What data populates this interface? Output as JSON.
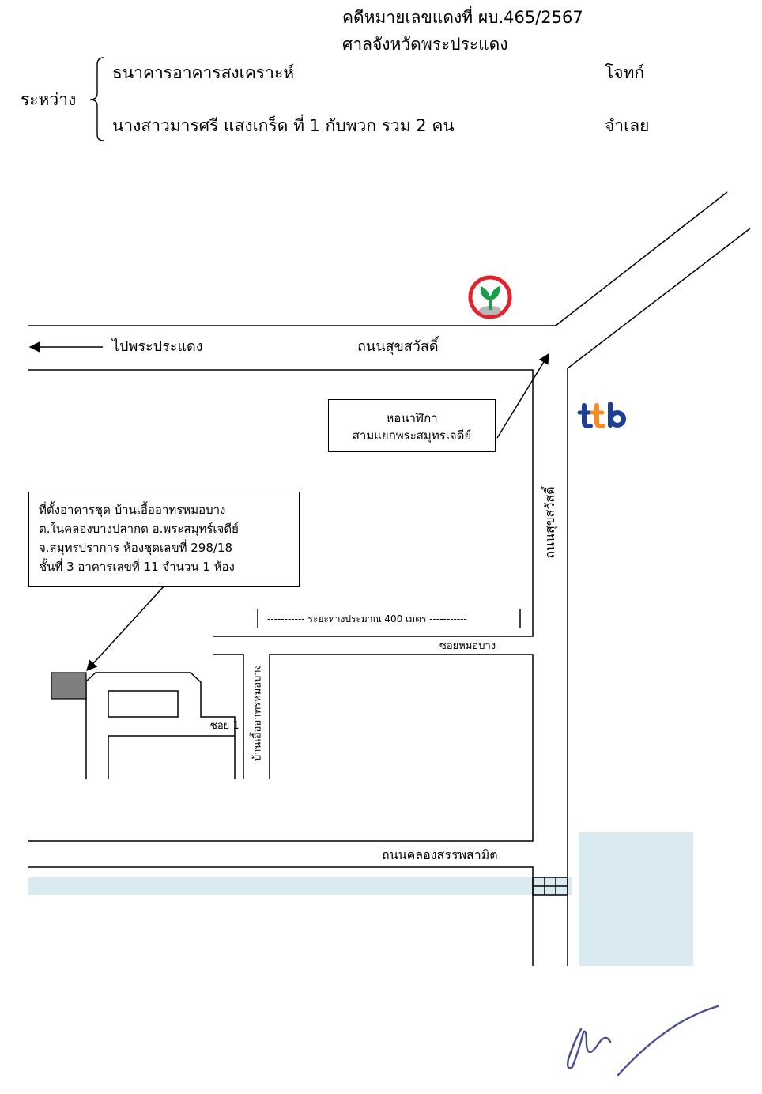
{
  "header": {
    "case_number": "คดีหมายเลขแดงที่ ผบ.465/2567",
    "court": "ศาลจังหวัดพระประแดง",
    "between_label": "ระหว่าง",
    "plaintiff_name": "ธนาคารอาคารสงเคราะห์",
    "plaintiff_role": "โจทก์",
    "defendant_name": "นางสาวมารศรี แสงเกร็ด ที่ 1 กับพวก รวม 2 คน",
    "defendant_role": "จำเลย"
  },
  "map": {
    "direction_label": "ไปพระประแดง",
    "road_sukhsawat_h": "ถนนสุขสวัสดิ์",
    "road_sukhsawat_v": "ถนนสุขสวัสดิ์",
    "clock_tower_lines": [
      "หอนาฬิกา",
      "สามแยกพระสมุทรเจดีย์"
    ],
    "property_lines": [
      "ที่ตั้งอาคารชุด บ้านเอื้ออาทรหมอบาง",
      "ต.ในคลองบางปลากด อ.พระสมุทร์เจดีย์",
      "จ.สมุทรปราการ ห้องชุดเลขที่ 298/18",
      "ชั้นที่ 3 อาคารเลขที่ 11 จำนวน 1 ห้อง"
    ],
    "distance_label": "----------- ระยะทางประมาณ 400 เมตร -----------",
    "soi_mobang": "ซอยหมอบาง",
    "soi_1": "ซอย 1",
    "village_road": "บ้านเอื้ออาทรหมอบาง",
    "canal_road": "ถนนคลองสรรพสามิต",
    "kbank_logo": "kbank-logo",
    "ttb_logo": "ttb",
    "colors": {
      "kbank_red": "#e2232a",
      "kbank_green": "#1a9d4a",
      "ttb_blue": "#1c3f94",
      "ttb_orange": "#f68b1f",
      "water": "#d9eaf1",
      "building": "#7f7f7f",
      "signature": "#4a4f8c"
    }
  }
}
